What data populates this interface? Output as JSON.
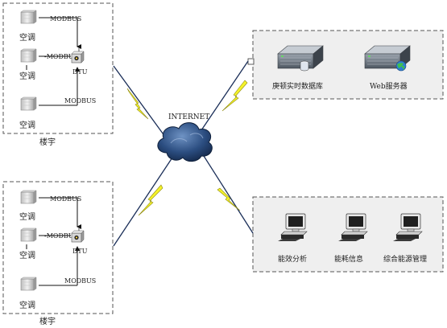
{
  "building_1": {
    "ac_labels": [
      "空调",
      "空调",
      "空调"
    ],
    "modbus_labels": [
      "MODBUS",
      "-MODBUS",
      "MODBUS"
    ],
    "dtu_label": "DTU",
    "building_label": "楼宇"
  },
  "building_2": {
    "ac_labels": [
      "空调",
      "空调",
      "空调"
    ],
    "modbus_labels": [
      "MODBUS",
      "-MODBUS",
      "MODBUS"
    ],
    "dtu_label": "DTU",
    "building_label": "楼宇"
  },
  "internet_label": "INTERNET",
  "server_group": {
    "database_label": "庚顿实时数据库",
    "web_label": "Web服务器"
  },
  "client_group": {
    "clients": [
      "能效分析",
      "能耗信息",
      "综合能源管理"
    ]
  },
  "colors": {
    "lightning": "#f4f22a",
    "cloud": "#1f3f6e",
    "box_border": "#555555",
    "group_fill": "#efefef"
  }
}
